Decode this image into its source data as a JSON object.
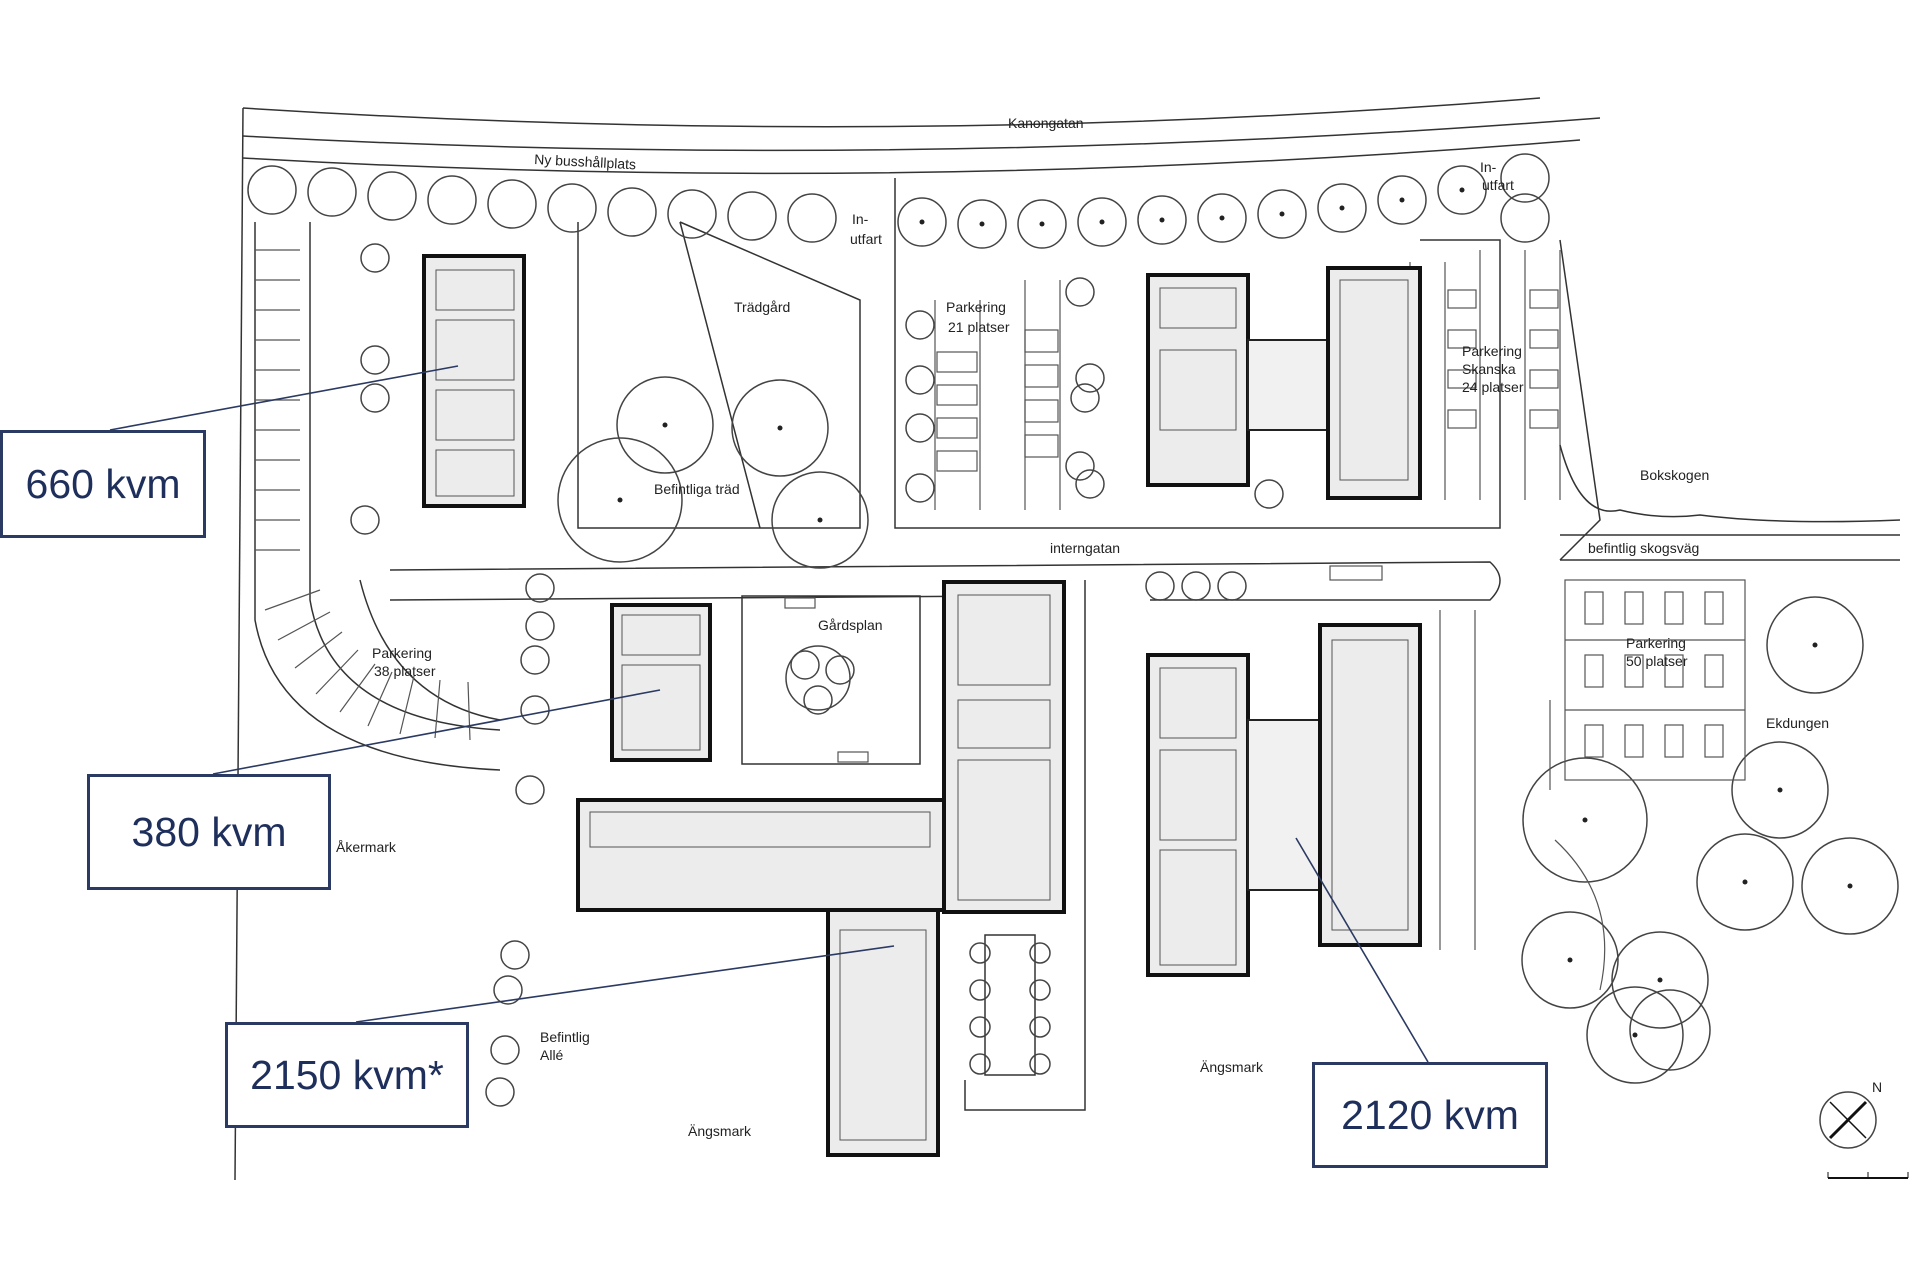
{
  "labels": {
    "kanongatan": "Kanongatan",
    "busshallplats": "Ny busshållplats",
    "in_utfart_1": "In-",
    "in_utfart_1b": "utfart",
    "in_utfart_2": "In-",
    "in_utfart_2b": "utfart",
    "tradgard": "Trädgård",
    "befintliga_trad": "Befintliga träd",
    "parkering_21": "Parkering",
    "parkering_21b": "21 platser",
    "parkering_skanska": "Parkering",
    "parkering_skanska_b": "Skanska",
    "parkering_skanska_c": "24 platser",
    "bokskogen": "Bokskogen",
    "skogsvag": "befintlig skogsväg",
    "interngatan": "interngatan",
    "gardsplan": "Gårdsplan",
    "parkering_38": "Parkering",
    "parkering_38b": "38 platser",
    "parkering_50": "Parkering",
    "parkering_50b": "50 platser",
    "ekdungen": "Ekdungen",
    "akermark": "Åkermark",
    "befintlig_alle": "Befintlig",
    "befintlig_alle_b": "Allé",
    "angsmark_1": "Ängsmark",
    "angsmark_2": "Ängsmark",
    "north": "N"
  },
  "callouts": {
    "area_660": "660 kvm",
    "area_380": "380 kvm",
    "area_2150": "2150 kvm*",
    "area_2120": "2120 kvm"
  },
  "colors": {
    "callout_border": "#2b3a63",
    "callout_text": "#1f2f5c"
  }
}
